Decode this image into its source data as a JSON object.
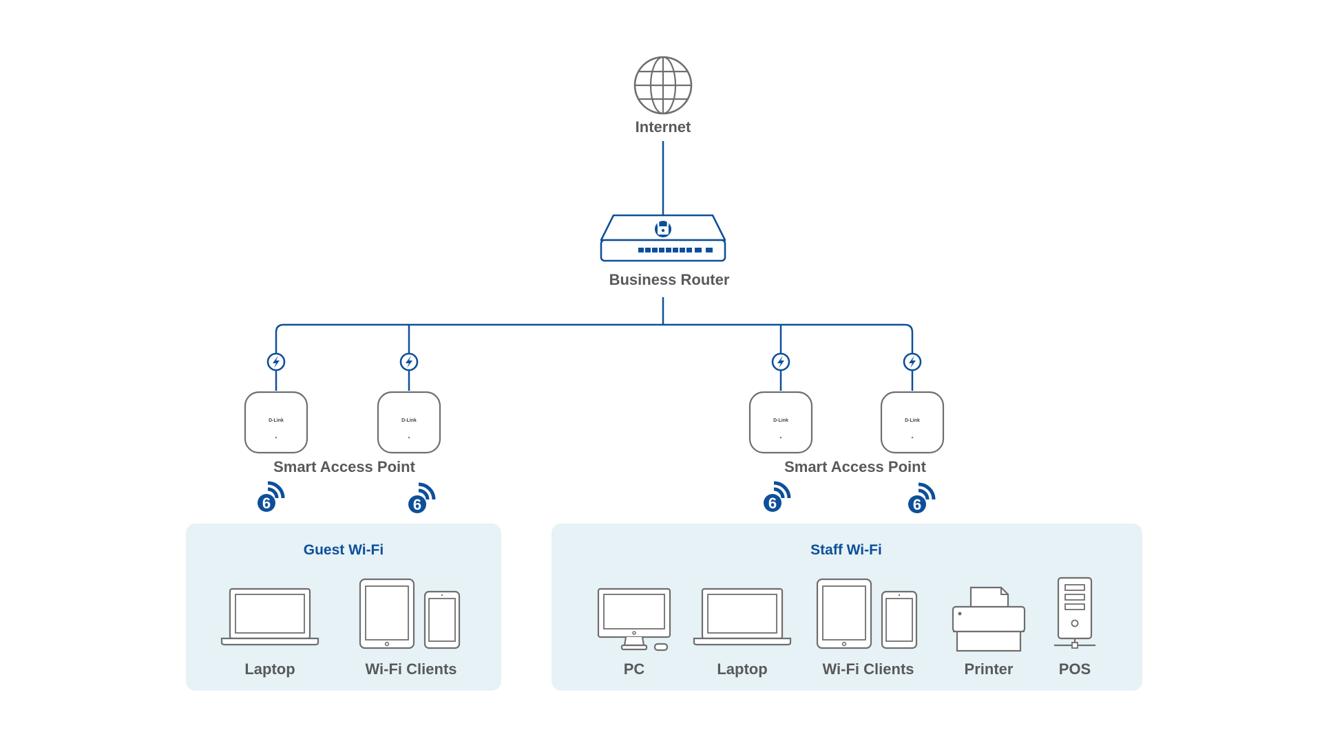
{
  "colors": {
    "line": "#0e4f99",
    "label": "#595959",
    "zone_bg": "#e6f2f6",
    "zone_title": "#0e4f99",
    "device_stroke": "#6e6e6e"
  },
  "internet": {
    "label": "Internet",
    "icon": "globe-icon"
  },
  "router": {
    "label": "Business Router",
    "icon": "router-lock-icon"
  },
  "poe_icon": "poe-lightning-icon",
  "wifi6_icon": "wifi-6-icon",
  "ap_brand": "D-Link",
  "ap_groups": [
    {
      "label": "Smart Access Point"
    },
    {
      "label": "Smart Access Point"
    }
  ],
  "zones": [
    {
      "title": "Guest Wi-Fi",
      "devices": [
        {
          "label": "Laptop",
          "icon": "laptop-icon"
        },
        {
          "label": "Wi-Fi Clients",
          "icon": "tablet-phone-icon"
        }
      ]
    },
    {
      "title": "Staff Wi-Fi",
      "devices": [
        {
          "label": "PC",
          "icon": "pc-icon"
        },
        {
          "label": "Laptop",
          "icon": "laptop-icon"
        },
        {
          "label": "Wi-Fi Clients",
          "icon": "tablet-phone-icon"
        },
        {
          "label": "Printer",
          "icon": "printer-icon"
        },
        {
          "label": "POS",
          "icon": "pos-icon"
        }
      ]
    }
  ]
}
